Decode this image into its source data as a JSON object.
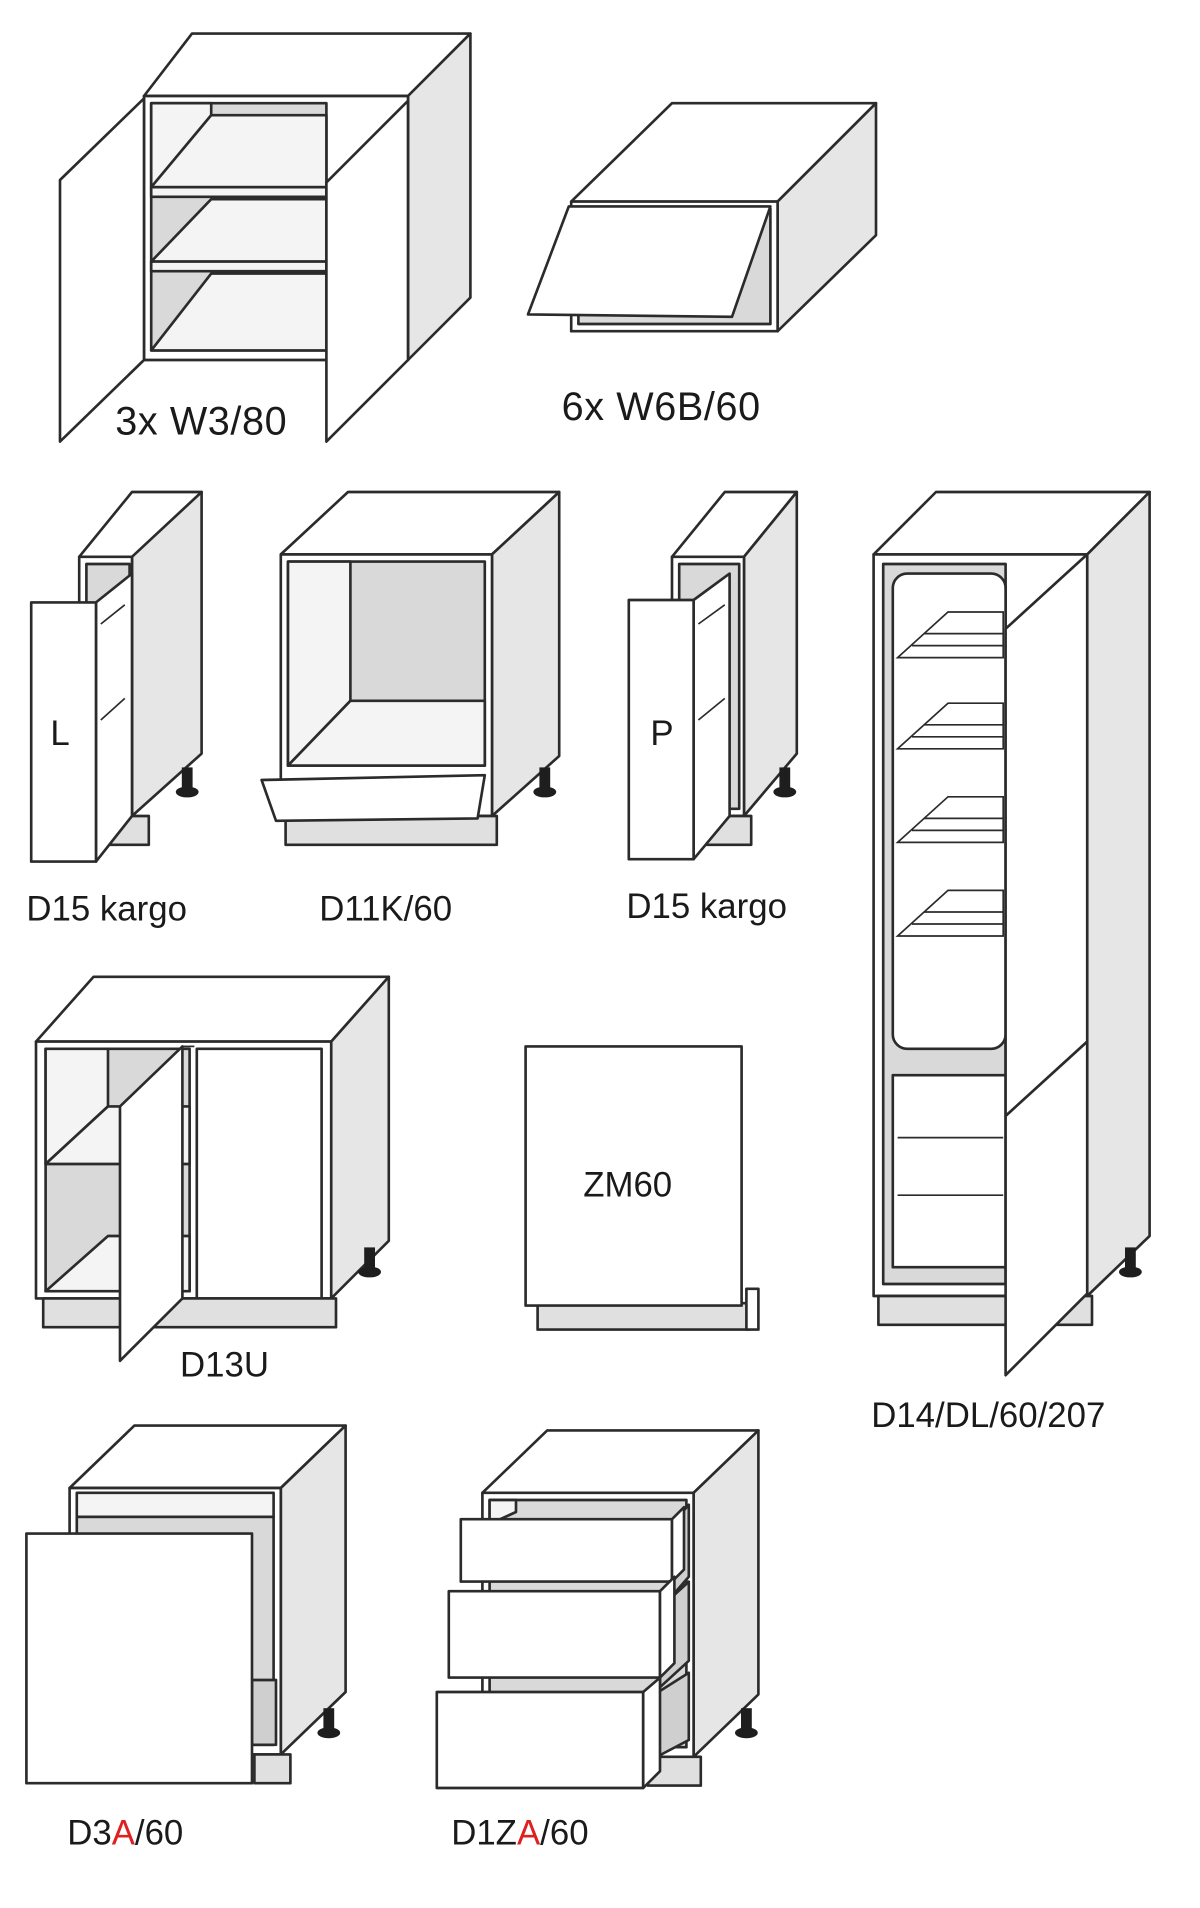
{
  "cabinets": {
    "w3": {
      "label": "3x W3/80"
    },
    "w6b": {
      "label": "6x W6B/60"
    },
    "d15_left": {
      "label": "D15 kargo",
      "side_mark": "L"
    },
    "d11k": {
      "label": "D11K/60"
    },
    "d15_right": {
      "label": "D15 kargo",
      "side_mark": "P"
    },
    "d14": {
      "label": "D14/DL/60/207"
    },
    "d13u": {
      "label": "D13U"
    },
    "zm60": {
      "label": "ZM60"
    },
    "d3a": {
      "label_prefix": "D3",
      "label_accent": "A",
      "label_suffix": "/60"
    },
    "d1za": {
      "label_prefix": "D1Z",
      "label_accent": "A",
      "label_suffix": "/60"
    }
  },
  "colors": {
    "line": "#2b2b2b",
    "side_panel": "#e6e6e6",
    "inner_panel": "#d9d9d9",
    "shelf": "#f2f2f2",
    "plinth": "#e0e0e0",
    "leg": "#1e1e1e",
    "accent": "#e02020"
  }
}
